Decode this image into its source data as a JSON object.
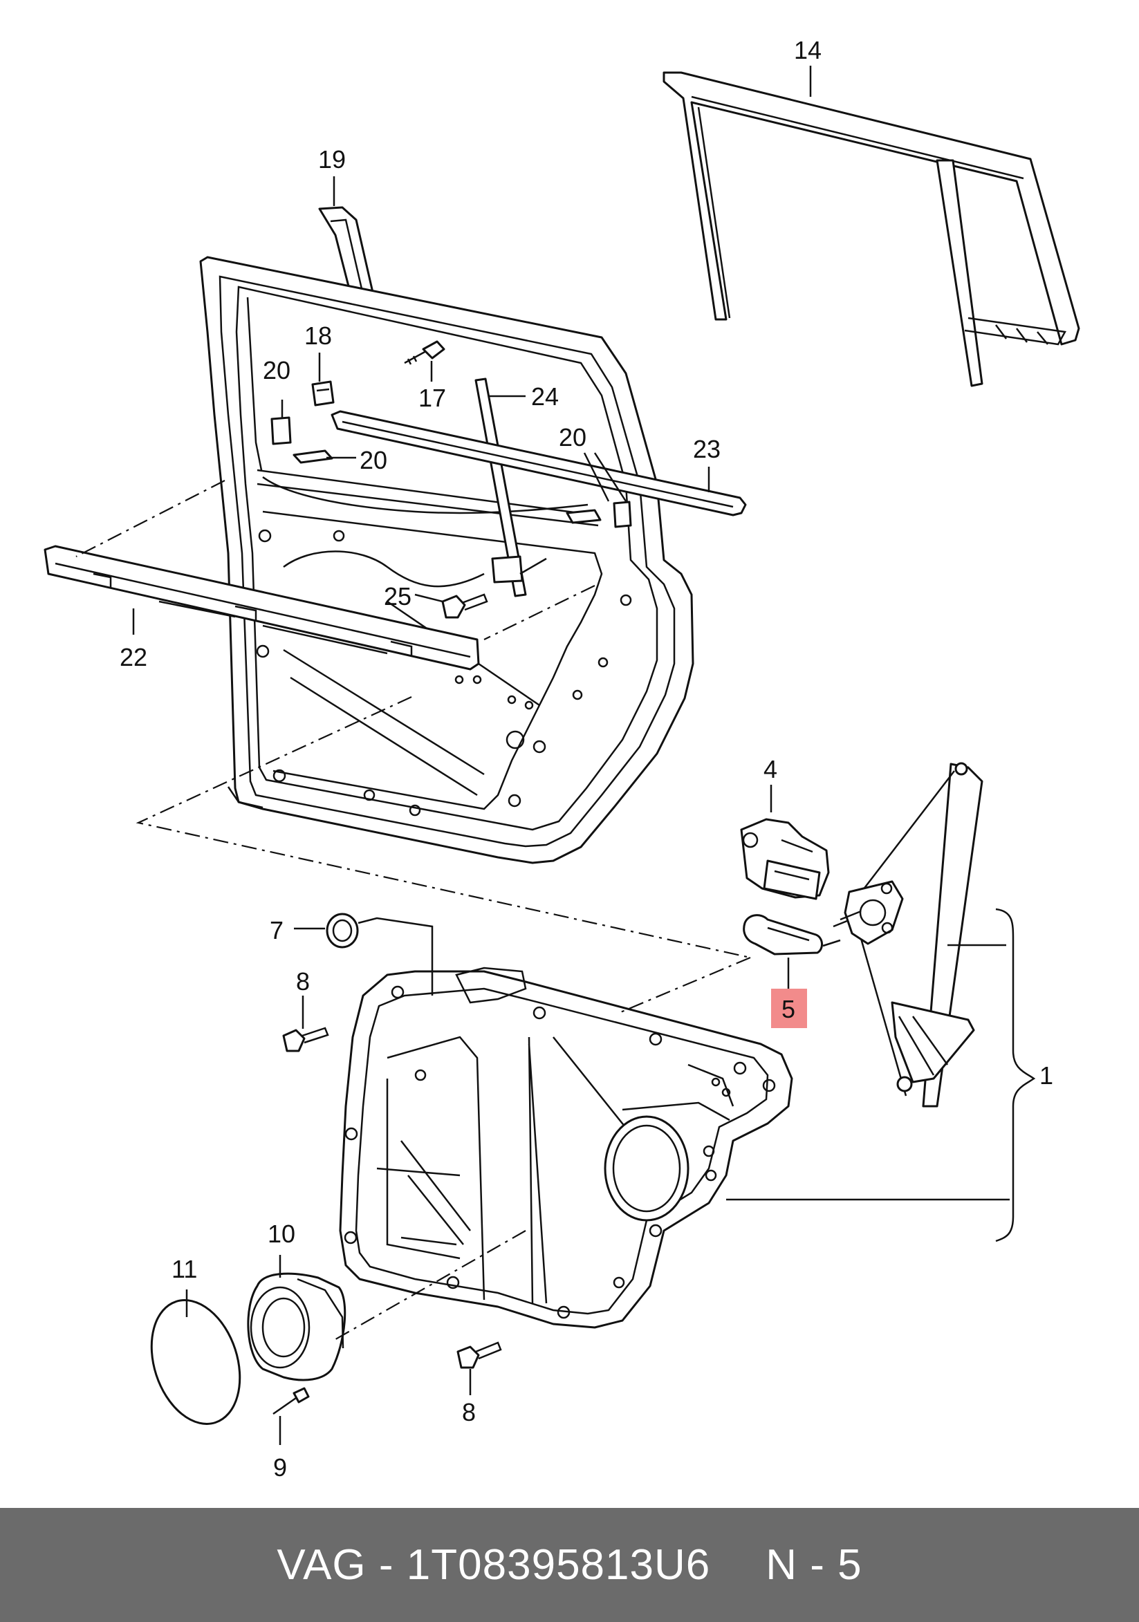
{
  "callouts": {
    "c14": "14",
    "c19": "19",
    "c18": "18",
    "c17": "17",
    "c24": "24",
    "c20a": "20",
    "c20b": "20",
    "c20c": "20",
    "c23": "23",
    "c22": "22",
    "c25": "25",
    "c4": "4",
    "c7": "7",
    "c8a": "8",
    "c5": "5",
    "c1": "1",
    "c10": "10",
    "c11": "11",
    "c8b": "8",
    "c9": "9"
  },
  "highlight": {
    "part": "5",
    "color": "#f28b8b"
  },
  "footer": {
    "brand": "VAG",
    "separator": "-",
    "part_number": "1T08395813U6",
    "ref_prefix": "N",
    "ref_separator": "-",
    "ref_number": "5"
  }
}
